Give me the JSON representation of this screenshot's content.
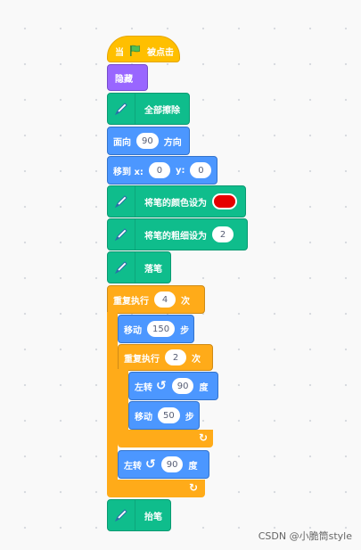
{
  "hat": {
    "when": "当",
    "clicked": "被点击",
    "flag": "green-flag-icon"
  },
  "hide": "隐藏",
  "clear": "全部擦除",
  "point": {
    "label": "面向",
    "value": "90",
    "unit": "方向"
  },
  "goto": {
    "label": "移到 x:",
    "x": "0",
    "ylabel": "y:",
    "y": "0"
  },
  "pen_color": {
    "label": "将笔的颜色设为",
    "color": "#e60000"
  },
  "pen_size": {
    "label": "将笔的粗细设为",
    "value": "2"
  },
  "pen_down": "落笔",
  "repeat_outer": {
    "label": "重复执行",
    "value": "4",
    "unit": "次"
  },
  "move1": {
    "label": "移动",
    "value": "150",
    "unit": "步"
  },
  "repeat_inner": {
    "label": "重复执行",
    "value": "2",
    "unit": "次"
  },
  "turn1": {
    "label": "左转",
    "value": "90",
    "unit": "度"
  },
  "move2": {
    "label": "移动",
    "value": "50",
    "unit": "步"
  },
  "turn2": {
    "label": "左转",
    "value": "90",
    "unit": "度"
  },
  "pen_up": "抬笔",
  "watermark": "CSDN @小脆筒style"
}
